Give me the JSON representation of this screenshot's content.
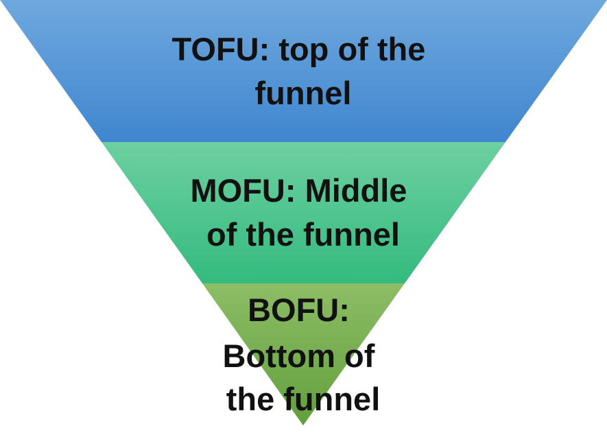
{
  "funnel": {
    "stages": [
      {
        "key": "tofu",
        "lines": [
          "TOFU: top of the",
          "funnel"
        ],
        "color_top": "#6fa8de",
        "color_bottom": "#3f86cf"
      },
      {
        "key": "mofu",
        "lines": [
          "MOFU: Middle",
          "of the funnel"
        ],
        "color_top": "#6dd0a1",
        "color_bottom": "#34ba7e"
      },
      {
        "key": "bofu",
        "lines": [
          "BOFU:",
          "Bottom of",
          "the funnel"
        ],
        "color_top": "#8dbd66",
        "color_bottom": "#62a03c"
      }
    ]
  }
}
